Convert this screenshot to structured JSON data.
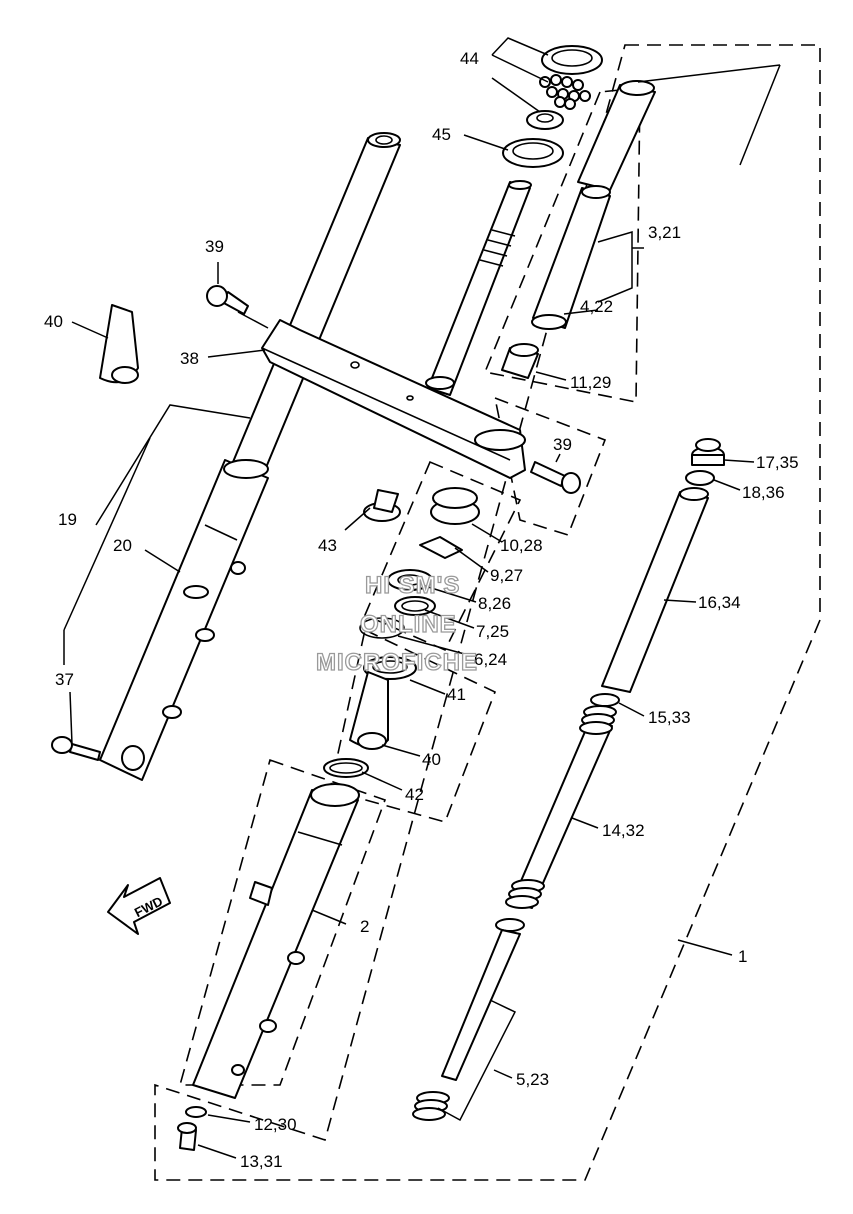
{
  "diagram": {
    "watermark": [
      "HI SM'S",
      "ONLINE",
      "MICROFICHE"
    ],
    "direction_label": "FWD",
    "labels": [
      "44",
      "45",
      "39",
      "40",
      "38",
      "3,21",
      "4,22",
      "11,29",
      "39",
      "43",
      "10,28",
      "9,27",
      "8,26",
      "7,25",
      "6,24",
      "41",
      "40",
      "42",
      "19",
      "20",
      "37",
      "17,35",
      "18,36",
      "16,34",
      "15,33",
      "14,32",
      "2",
      "1",
      "5,23",
      "12,30",
      "13,31"
    ]
  }
}
